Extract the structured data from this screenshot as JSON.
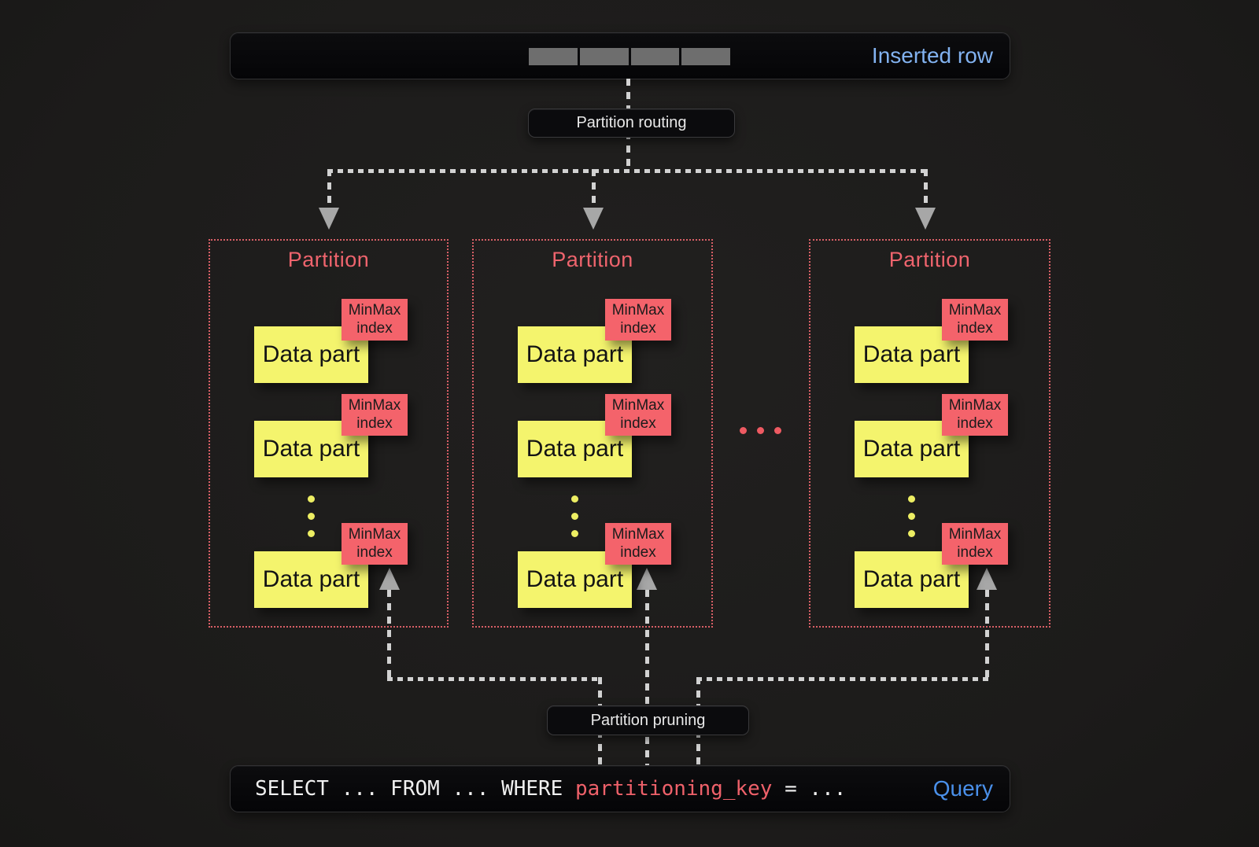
{
  "title": "Partition routing and pruning diagram",
  "colors": {
    "background": "#1e1d1c",
    "bar_background": "#0a0a0c",
    "inserted_row_blue": "#82b2f0",
    "query_blue": "#4a90ea",
    "partition_border_red": "#d85f66",
    "partition_title_red": "#ee646d",
    "minmax_tag_red": "#f4636b",
    "data_part_yellow": "#f4f46d",
    "code_key_red": "#ef616a",
    "dash_line_gray": "#d2d2d2",
    "arrowhead_gray": "#a7a7a7",
    "row_segment_gray": "#6e6e6e"
  },
  "inserted_row_bar": {
    "label": "Inserted row",
    "segment_count": 4
  },
  "routing_badge": {
    "label": "Partition routing"
  },
  "pruning_badge": {
    "label": "Partition pruning"
  },
  "mid_ellipsis_dots": 3,
  "partitions": [
    {
      "title": "Partition",
      "parts": [
        {
          "label": "Data part",
          "index_tag": [
            "MinMax",
            "index"
          ]
        },
        {
          "label": "Data part",
          "index_tag": [
            "MinMax",
            "index"
          ]
        },
        {
          "label": "Data part",
          "index_tag": [
            "MinMax",
            "index"
          ]
        }
      ]
    },
    {
      "title": "Partition",
      "parts": [
        {
          "label": "Data part",
          "index_tag": [
            "MinMax",
            "index"
          ]
        },
        {
          "label": "Data part",
          "index_tag": [
            "MinMax",
            "index"
          ]
        },
        {
          "label": "Data part",
          "index_tag": [
            "MinMax",
            "index"
          ]
        }
      ]
    },
    {
      "title": "Partition",
      "parts": [
        {
          "label": "Data part",
          "index_tag": [
            "MinMax",
            "index"
          ]
        },
        {
          "label": "Data part",
          "index_tag": [
            "MinMax",
            "index"
          ]
        },
        {
          "label": "Data part",
          "index_tag": [
            "MinMax",
            "index"
          ]
        }
      ]
    }
  ],
  "query_bar": {
    "code_prefix": "SELECT ... FROM ... WHERE ",
    "code_key": "partitioning_key",
    "code_suffix": " = ...",
    "label": "Query"
  }
}
